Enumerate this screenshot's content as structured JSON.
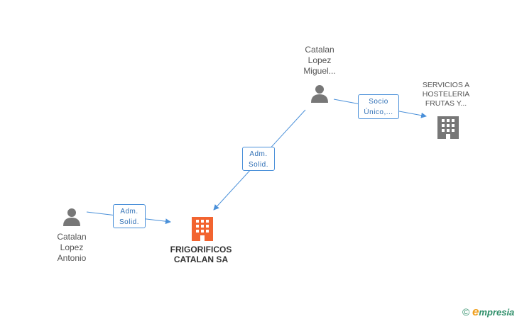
{
  "nodes": {
    "miguel": {
      "lines": [
        "Catalan",
        "Lopez",
        "Miguel..."
      ],
      "type": "person-icon"
    },
    "antonio": {
      "lines": [
        "Catalan",
        "Lopez",
        "Antonio"
      ],
      "type": "person-icon"
    },
    "servicios": {
      "lines": [
        "SERVICIOS A",
        "HOSTELERIA",
        "FRUTAS Y..."
      ],
      "type": "building-icon"
    },
    "frigorificos": {
      "lines": [
        "FRIGORIFICOS",
        "CATALAN SA"
      ],
      "type": "building-icon"
    }
  },
  "edges": {
    "miguel_to_servicios": {
      "lines": [
        "Socio",
        "Único,..."
      ]
    },
    "miguel_to_frigorificos": {
      "lines": [
        "Adm.",
        "Solid."
      ]
    },
    "antonio_to_frigorificos": {
      "lines": [
        "Adm.",
        "Solid."
      ]
    }
  },
  "branding": {
    "copyright": "©",
    "logo_initial": "e",
    "logo_rest": "mpresia"
  },
  "colors": {
    "edge": "#4a90d9",
    "person": "#777777",
    "company": "#777777",
    "company_main": "#f26430"
  }
}
